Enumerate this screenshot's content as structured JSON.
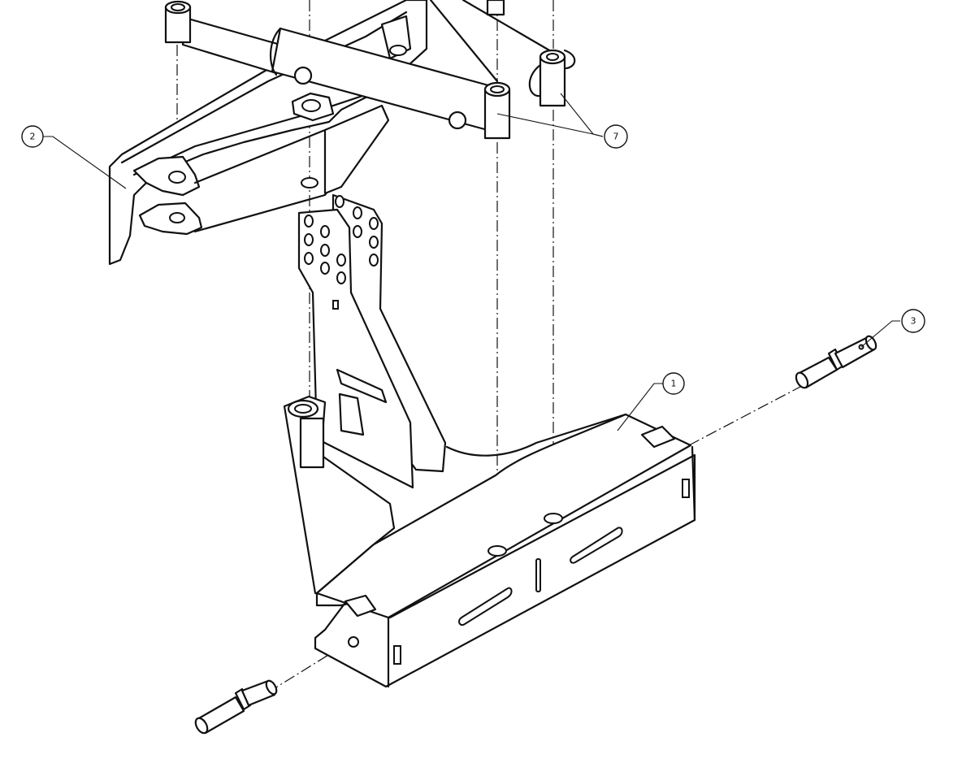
{
  "drawing": {
    "type": "exploded-assembly-view",
    "balloons": [
      {
        "label": "1",
        "part": "base-frame"
      },
      {
        "label": "2",
        "part": "upper-arm-bracket"
      },
      {
        "label": "3",
        "part": "pin-right"
      },
      {
        "label": "7",
        "part": "cylinder-pin-bushings"
      }
    ],
    "colors": {
      "line": "#111111",
      "background": "#ffffff"
    }
  }
}
